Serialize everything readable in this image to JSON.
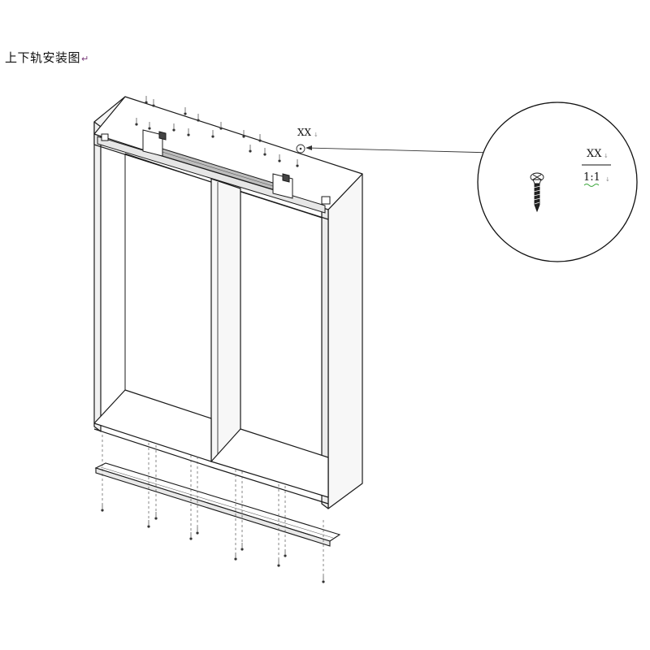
{
  "title": {
    "text": "上下轨安装图",
    "para_mark": "↵"
  },
  "callout": {
    "label": "XX",
    "para_mark": "↓"
  },
  "detail": {
    "label": "XX",
    "scale": "1:1",
    "para_mark": "↓"
  },
  "colors": {
    "line": "#1a1a1a",
    "panel": "#ffffff",
    "shade": "#eeeeee",
    "spell_underline": "#3aa63a",
    "para_mark": "#7a3a7a"
  },
  "icons": {
    "fastener": "countersunk-screw-icon"
  }
}
